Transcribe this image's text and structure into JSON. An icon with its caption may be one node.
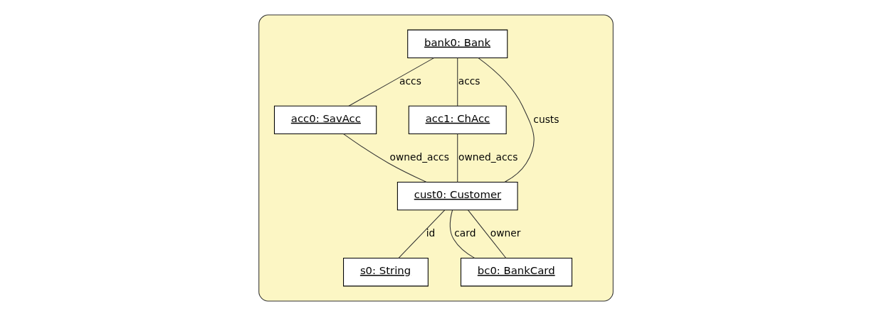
{
  "diagram": {
    "nodes": [
      {
        "text": [],
        "shape": "box"
      },
      {
        "text": [
          "bank0: Bank"
        ],
        "in": 0
      },
      {
        "text": [
          "acc0: SavAcc"
        ],
        "in": 0
      },
      {
        "text": [
          "acc1: ChAcc"
        ],
        "in": 0
      },
      {
        "text": [
          "cust0: Customer"
        ],
        "in": 0
      },
      {
        "text": [
          "s0: String"
        ],
        "in": 0
      },
      {
        "text": [
          "bc0: BankCard"
        ],
        "in": 0
      }
    ],
    "edges": [
      {
        "from": 1,
        "to": 2,
        "arrow": "none",
        "label": "accs"
      },
      {
        "from": 1,
        "to": 3,
        "arrow": "none",
        "label": "accs"
      },
      {
        "from": 1,
        "to": 4,
        "arrow": "none",
        "label": "custs"
      },
      {
        "from": 3,
        "to": 4,
        "arrow": "none",
        "label": "owned_accs"
      },
      {
        "from": 2,
        "to": 4,
        "arrow": "none",
        "label": "owned_accs"
      },
      {
        "from": 4,
        "to": 5,
        "arrow": "none",
        "label": "id"
      },
      {
        "from": 4,
        "to": 6,
        "arrow": "none",
        "label": "card"
      },
      {
        "from": 4,
        "to": 6,
        "arrow": "none",
        "label": "owner"
      }
    ]
  }
}
